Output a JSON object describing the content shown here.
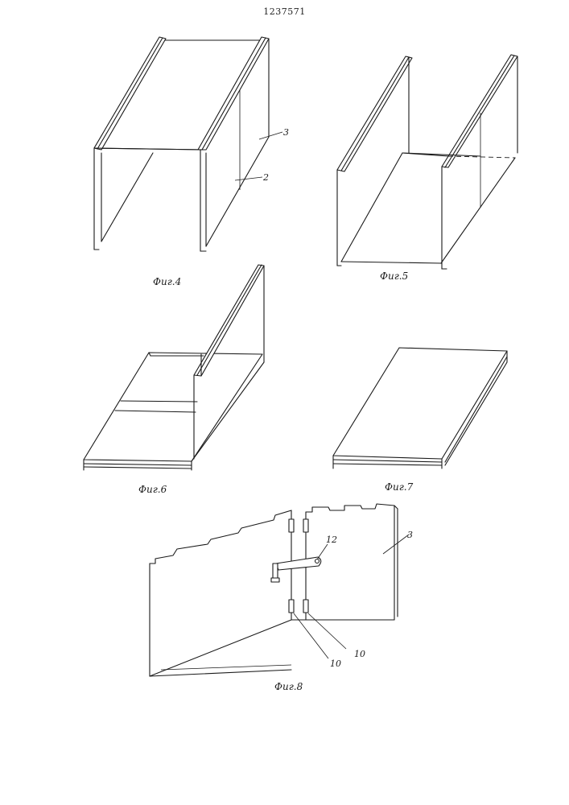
{
  "document": {
    "patent_number": "1237571"
  },
  "figures": {
    "fig4": {
      "caption": "Фиг.4",
      "labels": {
        "a": "3",
        "b": "2"
      }
    },
    "fig5": {
      "caption": "Фиг.5"
    },
    "fig6": {
      "caption": "Фиг.6"
    },
    "fig7": {
      "caption": "Фиг.7"
    },
    "fig8": {
      "caption": "Фиг.8",
      "labels": {
        "handle": "12",
        "panel": "3",
        "hinge_left": "10",
        "hinge_right": "10"
      }
    }
  }
}
